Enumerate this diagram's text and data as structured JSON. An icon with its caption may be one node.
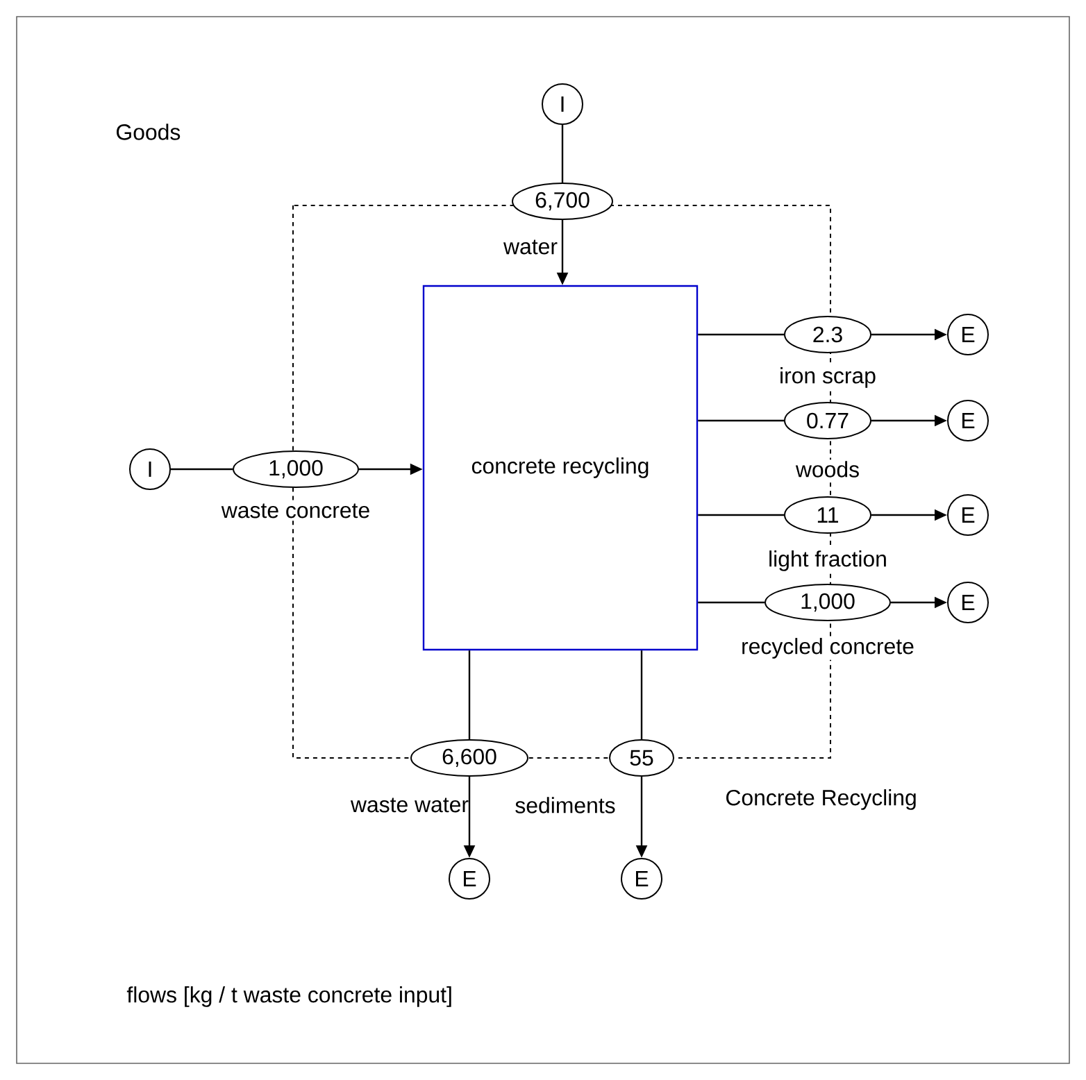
{
  "diagram": {
    "nodes": [
      {
        "text": [
          "concrete recycling"
        ]
      },
      {
        "text": [
          "I"
        ]
      },
      {
        "text": [
          "6,700"
        ],
        "beside": [
          "water"
        ]
      },
      {
        "text": [
          "I"
        ]
      },
      {
        "text": [
          "1,000"
        ],
        "beside": [
          "waste concrete"
        ]
      },
      {
        "text": [
          "2.3"
        ],
        "beside": [
          "iron scrap"
        ]
      },
      {
        "text": [
          "E"
        ]
      },
      {
        "text": [
          "0.77"
        ],
        "beside": [
          "woods"
        ]
      },
      {
        "text": [
          "E"
        ]
      },
      {
        "text": [
          "11"
        ],
        "beside": [
          "light fraction"
        ]
      },
      {
        "text": [
          "E"
        ]
      },
      {
        "text": [
          "1,000"
        ],
        "beside": [
          "recycled concrete"
        ]
      },
      {
        "text": [
          "E"
        ]
      },
      {
        "text": [
          "6,600"
        ],
        "beside": [
          "waste water"
        ]
      },
      {
        "text": [
          "E"
        ]
      },
      {
        "text": [
          "55"
        ],
        "beside": [
          "sediments"
        ]
      },
      {
        "text": [
          "E"
        ]
      }
    ],
    "edges": [
      {
        "from": 1,
        "to": 2,
        "arrow": "none"
      },
      {
        "from": 2,
        "to": 0,
        "arrow": "to"
      },
      {
        "from": 3,
        "to": 4,
        "arrow": "none"
      },
      {
        "from": 4,
        "to": 0,
        "arrow": "to"
      },
      {
        "from": 0,
        "to": 5,
        "arrow": "none"
      },
      {
        "from": 5,
        "to": 6,
        "arrow": "to"
      },
      {
        "from": 0,
        "to": 7,
        "arrow": "none"
      },
      {
        "from": 7,
        "to": 8,
        "arrow": "to"
      },
      {
        "from": 0,
        "to": 9,
        "arrow": "none"
      },
      {
        "from": 9,
        "to": 10,
        "arrow": "to"
      },
      {
        "from": 0,
        "to": 11,
        "arrow": "none"
      },
      {
        "from": 11,
        "to": 12,
        "arrow": "to"
      },
      {
        "from": 0,
        "to": 13,
        "arrow": "none"
      },
      {
        "from": 13,
        "to": 14,
        "arrow": "to"
      },
      {
        "from": 0,
        "to": 15,
        "arrow": "none"
      },
      {
        "from": 15,
        "to": 16,
        "arrow": "to"
      }
    ],
    "labels": [
      "Goods",
      "Concrete Recycling",
      "flows [kg / t waste concrete input]"
    ]
  }
}
